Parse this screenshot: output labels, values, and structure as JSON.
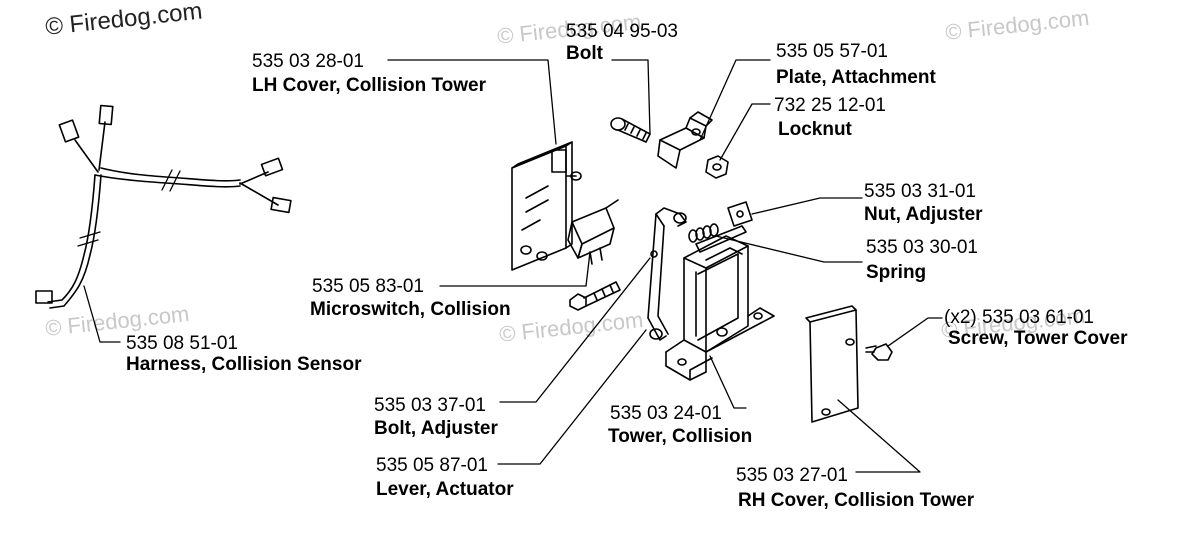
{
  "watermark": "© Firedog.com",
  "callouts": [
    {
      "id": "harness",
      "number": "535 08 51-01",
      "name": "Harness, Collision Sensor"
    },
    {
      "id": "lh-cover",
      "number": "535 03 28-01",
      "name": "LH Cover, Collision Tower"
    },
    {
      "id": "bolt",
      "number": "535 04 95-03",
      "name": "Bolt"
    },
    {
      "id": "plate",
      "number": "535 05 57-01",
      "name": "Plate, Attachment"
    },
    {
      "id": "locknut",
      "number": "732 25 12-01",
      "name": "Locknut"
    },
    {
      "id": "nut-adjuster",
      "number": "535 03 31-01",
      "name": "Nut, Adjuster"
    },
    {
      "id": "spring",
      "number": "535 03 30-01",
      "name": "Spring"
    },
    {
      "id": "microswitch",
      "number": "535 05 83-01",
      "name": "Microswitch, Collision"
    },
    {
      "id": "screw",
      "number": "(x2) 535 03 61-01",
      "name": "Screw, Tower Cover"
    },
    {
      "id": "bolt-adjuster",
      "number": "535 03 37-01",
      "name": "Bolt, Adjuster"
    },
    {
      "id": "tower",
      "number": "535 03 24-01",
      "name": "Tower, Collision"
    },
    {
      "id": "lever",
      "number": "535 05 87-01",
      "name": "Lever, Actuator"
    },
    {
      "id": "rh-cover",
      "number": "535 03 27-01",
      "name": "RH Cover, Collision Tower"
    }
  ]
}
